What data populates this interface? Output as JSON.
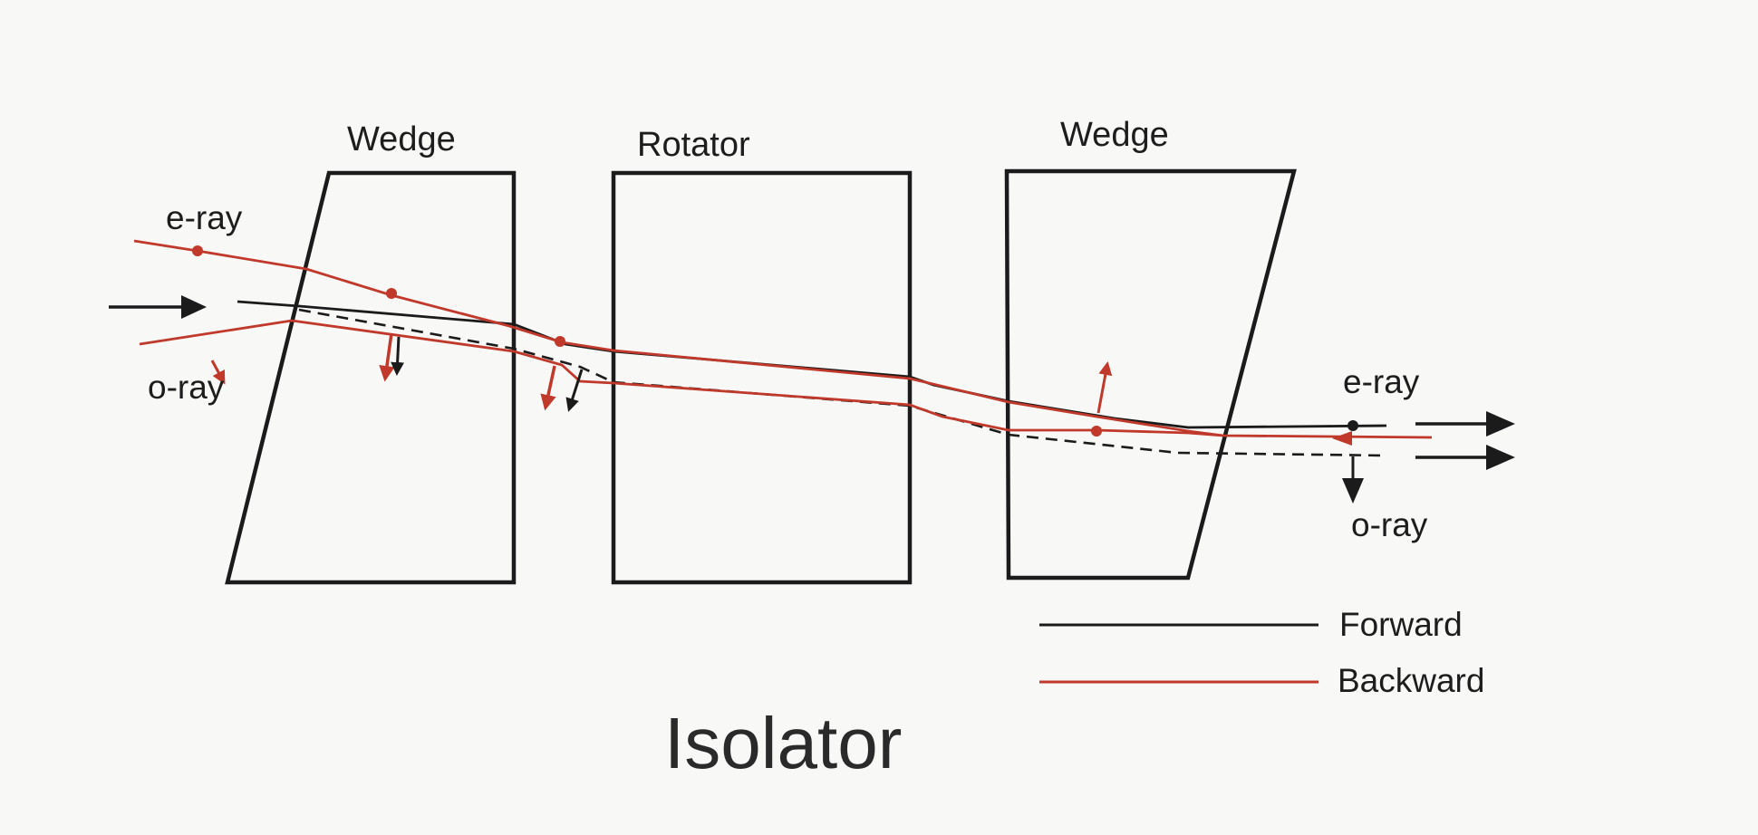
{
  "diagram": {
    "title": "Isolator",
    "components": {
      "wedge_left": "Wedge",
      "rotator": "Rotator",
      "wedge_right": "Wedge"
    },
    "rays": {
      "e_ray_in": "e-ray",
      "o_ray_in": "o-ray",
      "e_ray_out": "e-ray",
      "o_ray_out": "o-ray"
    },
    "legend": {
      "forward": "Forward",
      "backward": "Backward"
    },
    "colors": {
      "forward": "#1b1b1b",
      "backward": "#c0392b",
      "background": "#f8f8f7"
    }
  }
}
